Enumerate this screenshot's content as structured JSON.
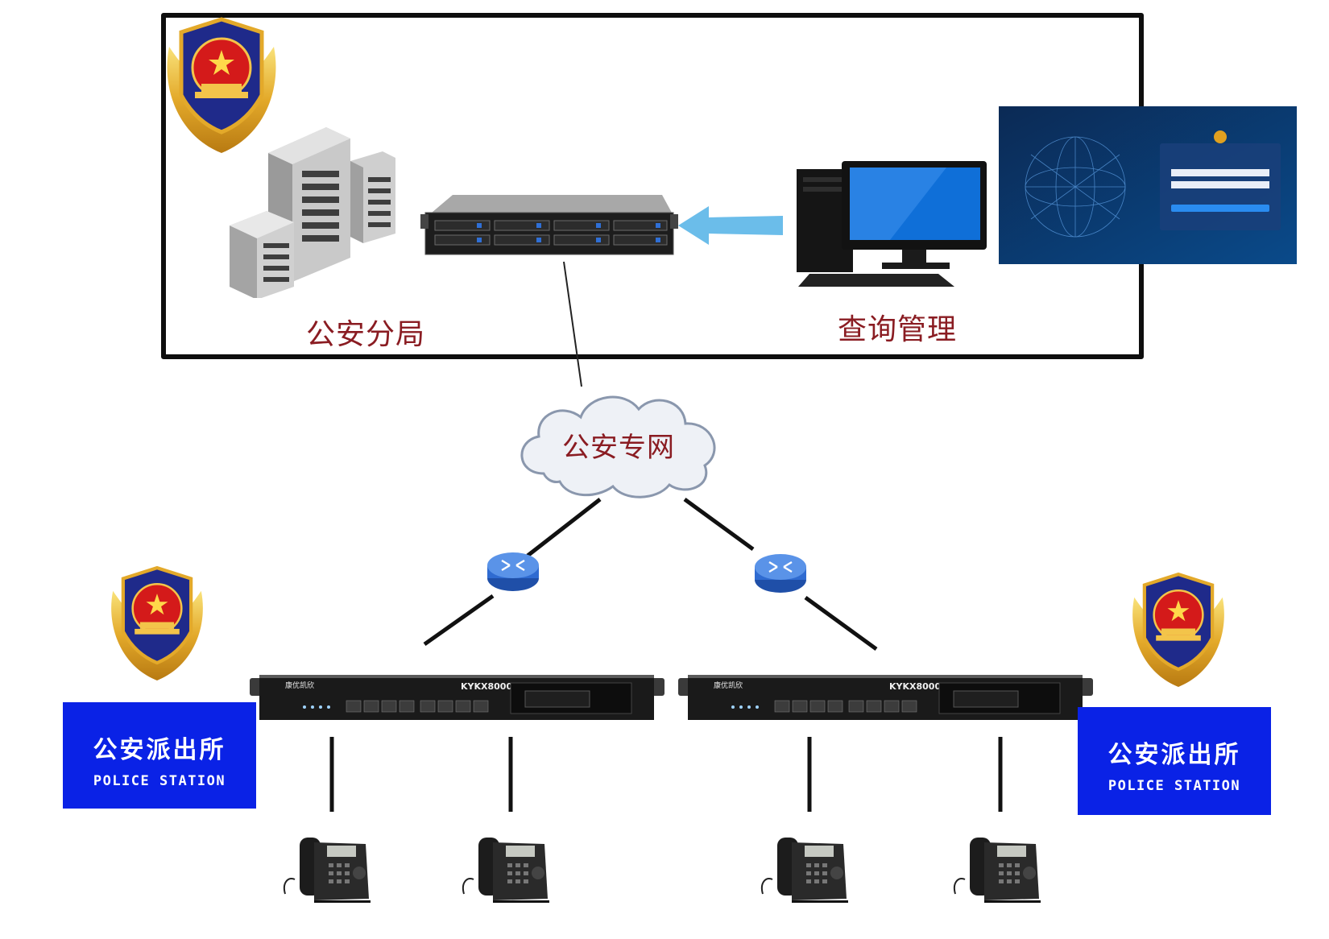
{
  "hq": {
    "label": "公安分局"
  },
  "query": {
    "label": "查询管理"
  },
  "network": {
    "label": "公安专网"
  },
  "gateways": [
    {
      "brand": "康优凯欣",
      "model": "KYKX8000"
    },
    {
      "brand": "康优凯欣",
      "model": "KYKX8000"
    }
  ],
  "stations": [
    {
      "title_cn": "公安派出所",
      "title_en": "POLICE  STATION"
    },
    {
      "title_cn": "公安派出所",
      "title_en": "POLICE  STATION"
    }
  ],
  "icons": {
    "emblem": "police-emblem-icon",
    "building": "office-building-icon",
    "server": "rack-server-icon",
    "computer": "desktop-computer-icon",
    "router": "router-icon",
    "phone": "ip-phone-icon",
    "cloud": "cloud-icon"
  },
  "colors": {
    "label_red": "#8a1c22",
    "station_blue": "#0a22e6",
    "arrow_blue": "#5bb6e8",
    "login_bg": "#0b2a55"
  }
}
